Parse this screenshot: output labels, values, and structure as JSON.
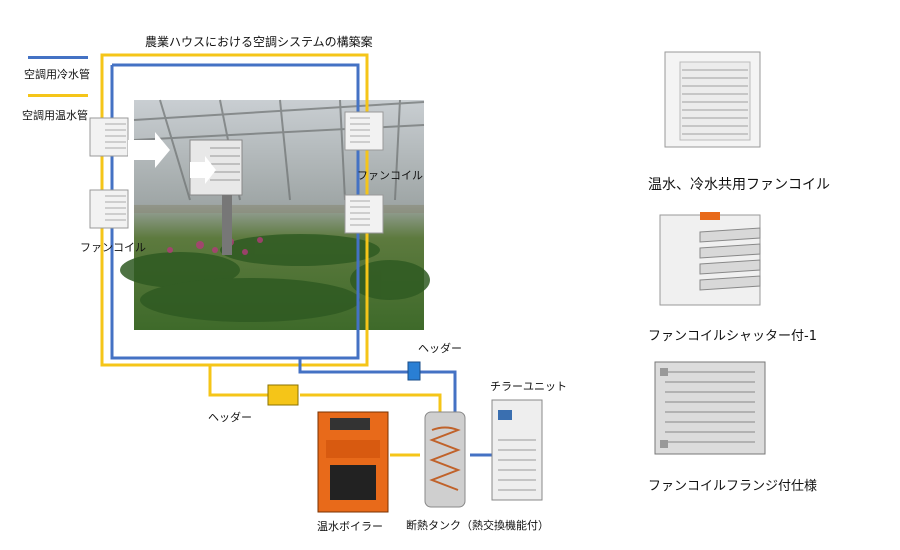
{
  "title": "農業ハウスにおける空調システムの構築案",
  "legend": {
    "cold_pipe": "空調用冷水管",
    "hot_pipe": "空調用温水管",
    "cold_color": "#4472c4",
    "hot_color": "#f5c518"
  },
  "labels": {
    "fan_coil_left": "ファンコイル",
    "fan_coil_right": "ファンコイル",
    "header_top": "ヘッダー",
    "header_bottom": "ヘッダー",
    "chiller": "チラーユニット",
    "boiler": "温水ボイラー",
    "tank": "断熱タンク（熱交換機能付）"
  },
  "products": [
    {
      "caption": "温水、冷水共用ファンコイル"
    },
    {
      "caption": "ファンコイルシャッター付-1"
    },
    {
      "caption": "ファンコイルフランジ付仕様"
    }
  ],
  "icons": {
    "greenhouse": "greenhouse-photo",
    "boiler": "boiler-icon",
    "tank": "tank-icon",
    "chiller": "chiller-icon",
    "fan_coil": "fan-coil-icon"
  }
}
